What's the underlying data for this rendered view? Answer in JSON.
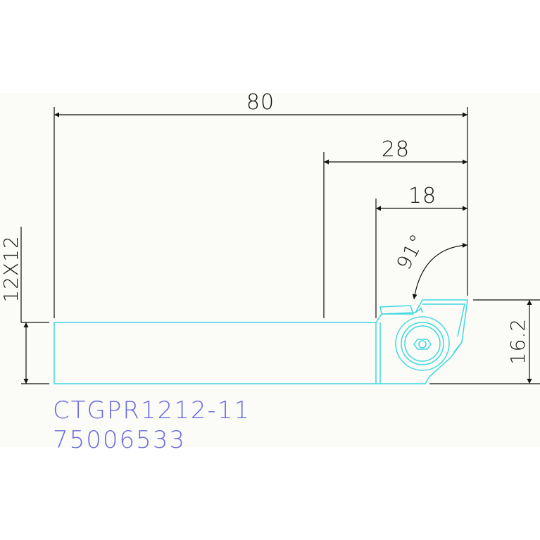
{
  "drawing": {
    "dimensions": {
      "overall_length": "80",
      "head_length": "28",
      "insert_length": "18",
      "approach_angle": "91°",
      "shank_section": "12X12",
      "head_height": "16.2"
    },
    "part": {
      "designation": "CTGPR1212-11",
      "order_number": "75006533"
    },
    "colors": {
      "background": "#fbfbf7",
      "dimension": "#111111",
      "part_outline": "#40d8e0",
      "label": "#6b6be0"
    }
  }
}
